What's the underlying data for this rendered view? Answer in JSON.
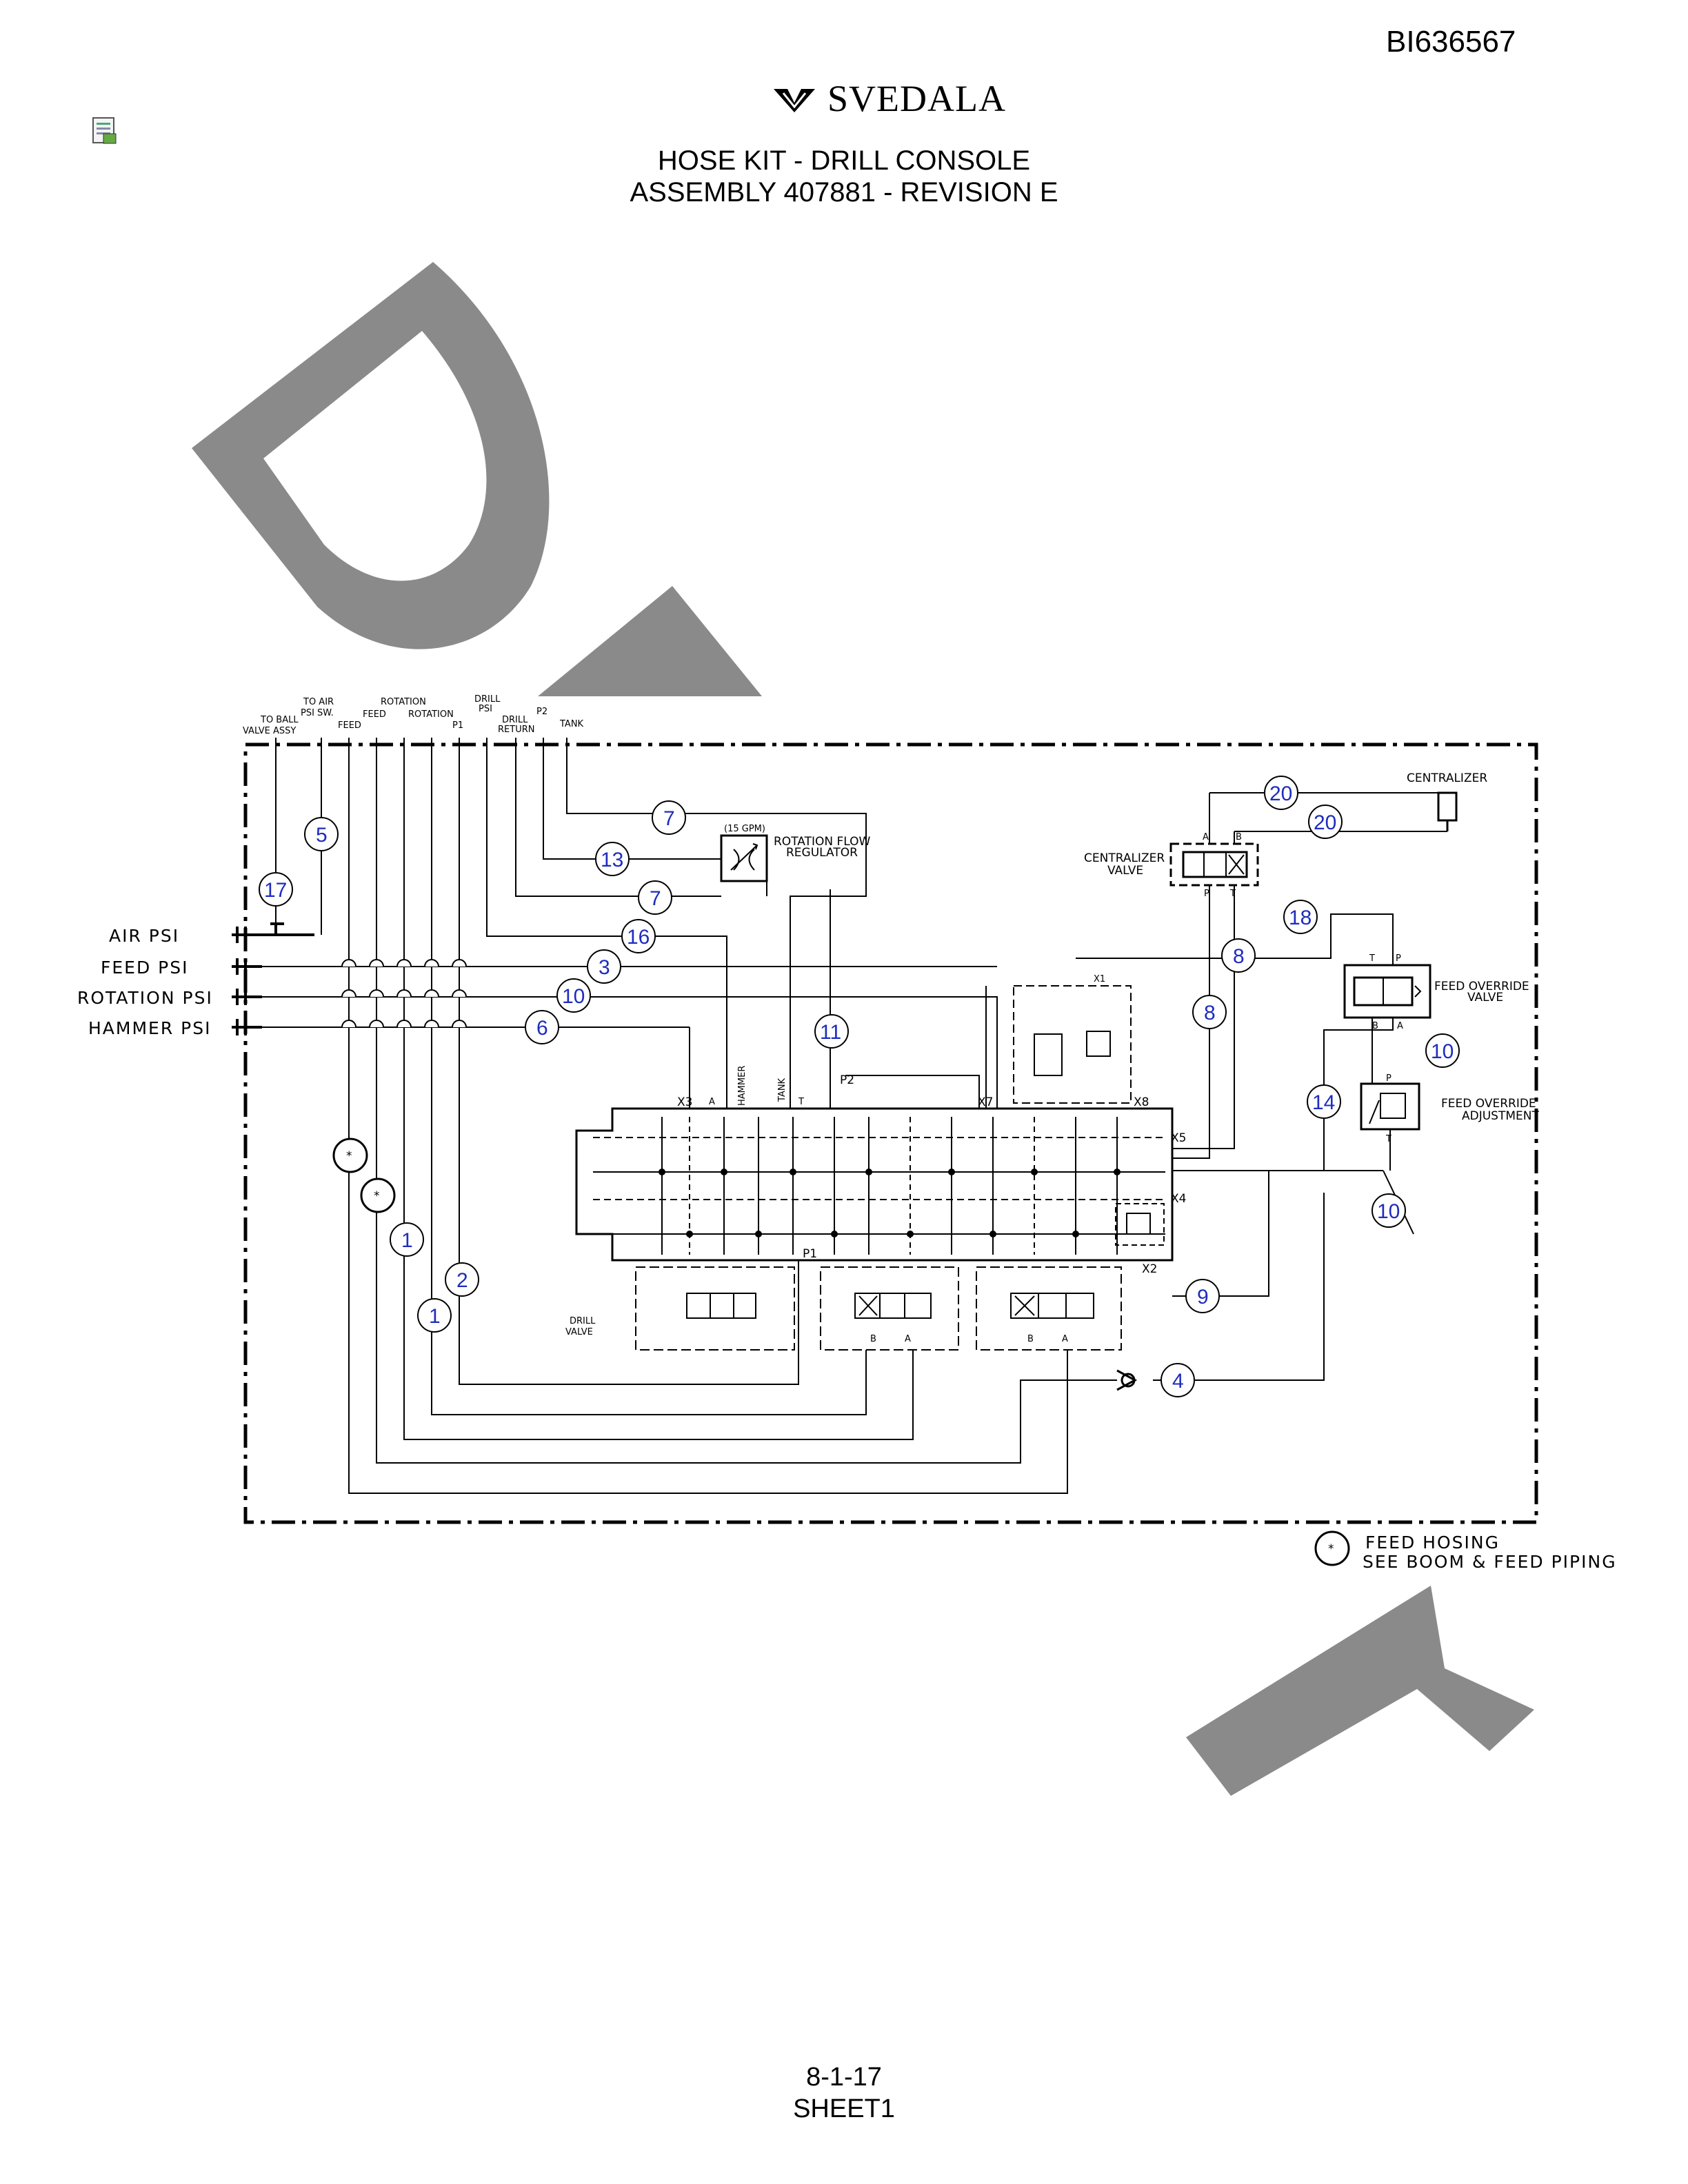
{
  "header": {
    "doc_id": "BI636567",
    "brand": "SVEDALA",
    "title_line1": "HOSE KIT - DRILL CONSOLE",
    "title_line2": "ASSEMBLY 407881 - REVISION E"
  },
  "footer": {
    "page": "8-1-17",
    "sheet": "SHEET1"
  },
  "watermark": {
    "text": "DRAFT",
    "color": "#8a8a8a"
  },
  "colors": {
    "callout": "#1e2dbe",
    "line": "#000000"
  },
  "top_labels": {
    "to_ball_valve": [
      "TO BALL",
      "VALVE ASSY"
    ],
    "to_air_psi": [
      "TO AIR",
      "PSI SW."
    ],
    "feed": "FEED",
    "rotation_1": "ROTATION",
    "rotation_2": "ROTATION",
    "p1": "P1",
    "drill_psi": [
      "DRILL",
      "PSI"
    ],
    "drill_return": [
      "DRILL",
      "RETURN"
    ],
    "p2": "P2",
    "tank": "TANK"
  },
  "gauges": [
    "AIR PSI",
    "FEED PSI",
    "ROTATION PSI",
    "HAMMER PSI"
  ],
  "components": {
    "rotation_flow_regulator": [
      "ROTATION FLOW",
      "REGULATOR"
    ],
    "flow_rate": "(15 GPM)",
    "centralizer": "CENTRALIZER",
    "centralizer_valve": [
      "CENTRALIZER",
      "VALVE"
    ],
    "feed_override_valve": [
      "FEED OVERRIDE",
      "VALVE"
    ],
    "feed_override_adjustment": [
      "FEED OVERRIDE",
      "ADJUSTMENT"
    ],
    "drill_valve": [
      "DRILL",
      "VALVE"
    ],
    "hammer": "HAMMER",
    "tank": "TANK"
  },
  "ports": [
    "X3",
    "A",
    "T",
    "P2",
    "X7",
    "X8",
    "X5",
    "X4",
    "X2",
    "P1",
    "X1",
    "A",
    "B",
    "P",
    "T",
    "T",
    "P",
    "B",
    "A",
    "P",
    "T",
    "B",
    "A",
    "B",
    "A"
  ],
  "callouts": [
    "20",
    "20",
    "7",
    "5",
    "13",
    "17",
    "7",
    "16",
    "18",
    "8",
    "3",
    "10",
    "8",
    "6",
    "11",
    "10",
    "14",
    "10",
    "1",
    "2",
    "1",
    "9",
    "4"
  ],
  "legend": [
    "FEED HOSING",
    "SEE BOOM & FEED PIPING"
  ]
}
